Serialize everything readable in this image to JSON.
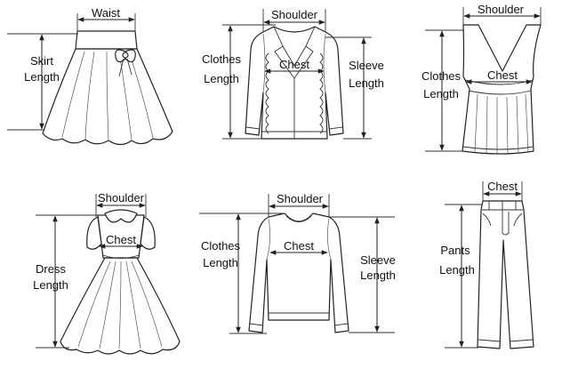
{
  "skirt": {
    "waist": "Waist",
    "length_line1": "Skirt",
    "length_line2": "Length"
  },
  "jacket": {
    "shoulder": "Shoulder",
    "chest": "Chest",
    "clothes_line1": "Clothes",
    "clothes_line2": "Length",
    "sleeve_line1": "Sleeve",
    "sleeve_line2": "Length"
  },
  "top": {
    "shoulder": "Shoulder",
    "chest": "Chest",
    "clothes_line1": "Clothes",
    "clothes_line2": "Length"
  },
  "dress": {
    "shoulder": "Shoulder",
    "chest": "Chest",
    "length_line1": "Dress",
    "length_line2": "Length"
  },
  "sweater": {
    "shoulder": "Shoulder",
    "chest": "Chest",
    "clothes_line1": "Clothes",
    "clothes_line2": "Length",
    "sleeve_line1": "Sleeve",
    "sleeve_line2": "Length"
  },
  "pants": {
    "chest": "Chest",
    "length_line1": "Pants",
    "length_line2": "Length"
  },
  "colors": {
    "line": "#222222",
    "background": "#ffffff"
  }
}
